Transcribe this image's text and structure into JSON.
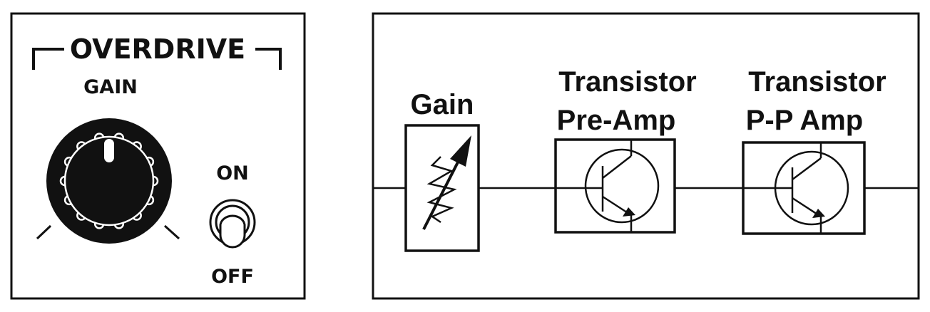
{
  "colors": {
    "ink": "#111111",
    "paper": "#ffffff"
  },
  "control_panel": {
    "title": "OVERDRIVE",
    "knob_label": "GAIN",
    "knob_icon": "gain-knob-icon",
    "switch_on_label": "ON",
    "switch_off_label": "OFF",
    "switch_icon": "toggle-switch-icon"
  },
  "signal_chain": {
    "stages": [
      {
        "name": "gain",
        "label_lines": [
          "Gain"
        ],
        "icon": "variable-resistor-icon"
      },
      {
        "name": "pre-amp",
        "label_lines": [
          "Transistor",
          "Pre-Amp"
        ],
        "icon": "transistor-icon"
      },
      {
        "name": "pp-amp",
        "label_lines": [
          "Transistor",
          "P-P Amp"
        ],
        "icon": "transistor-icon"
      }
    ]
  }
}
